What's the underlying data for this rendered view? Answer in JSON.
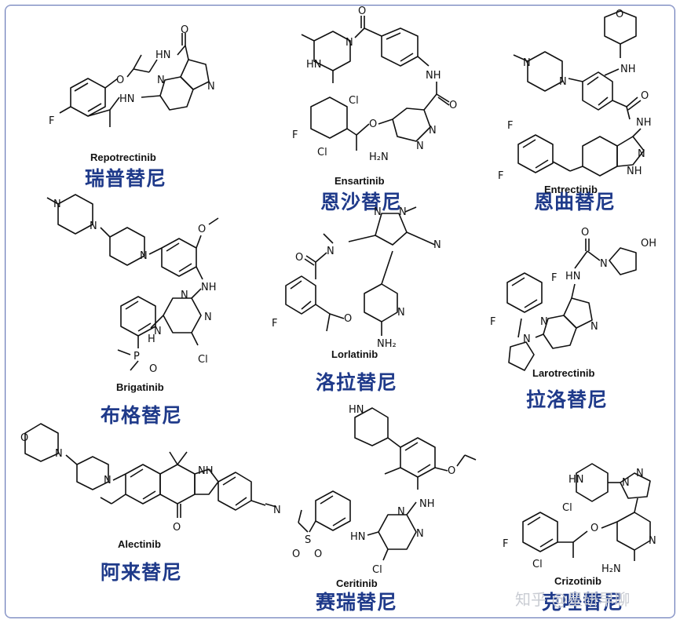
{
  "compounds": [
    {
      "name": "Repotrectinib",
      "chinese": "瑞普替尼"
    },
    {
      "name": "Ensartinib",
      "chinese": "恩沙替尼"
    },
    {
      "name": "Entrectinib",
      "chinese": "恩曲替尼"
    },
    {
      "name": "Brigatinib",
      "chinese": "布格替尼"
    },
    {
      "name": "Lorlatinib",
      "chinese": "洛拉替尼"
    },
    {
      "name": "Larotrectinib",
      "chinese": "拉洛替尼"
    },
    {
      "name": "Alectinib",
      "chinese": "阿来替尼"
    },
    {
      "name": "Ceritinib",
      "chinese": "赛瑞替尼"
    },
    {
      "name": "Crizotinib",
      "chinese": "克唑替尼"
    }
  ],
  "atoms": {
    "F": "F",
    "O": "O",
    "N": "N",
    "NH": "NH",
    "HN": "HN",
    "Cl": "Cl",
    "H2N": "H₂N",
    "NH2": "NH₂",
    "OH": "OH",
    "P": "P",
    "S": "S",
    "CN": "N",
    "H": "H"
  },
  "watermark": "知乎 @星研早聊"
}
